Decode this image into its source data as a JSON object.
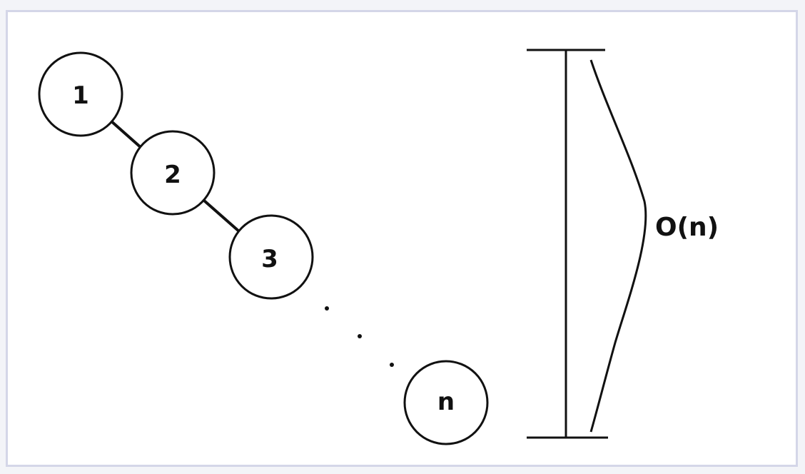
{
  "diagram": {
    "nodes": [
      {
        "id": "node-1",
        "label": "1"
      },
      {
        "id": "node-2",
        "label": "2"
      },
      {
        "id": "node-3",
        "label": "3"
      },
      {
        "id": "node-n",
        "label": "n"
      }
    ],
    "edges": [
      {
        "from": "node-1",
        "to": "node-2"
      },
      {
        "from": "node-2",
        "to": "node-3"
      }
    ],
    "ellipsis": "...",
    "height_annotation": "O(n)"
  }
}
